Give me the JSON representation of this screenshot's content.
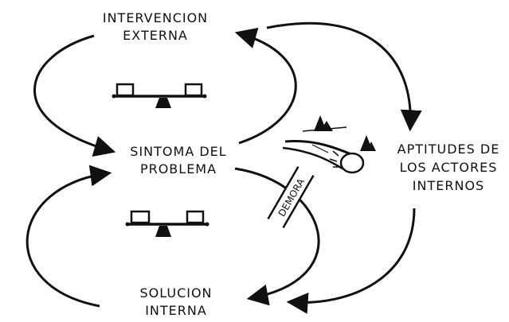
{
  "labels": {
    "intervencion": [
      "INTERVENCION",
      "EXTERNA"
    ],
    "sintoma": [
      "SINTOMA DEL",
      "PROBLEMA"
    ],
    "solucion": [
      "SOLUCION",
      "INTERNA"
    ],
    "aptitudes": [
      "APTITUDES DE",
      "LOS ACTORES",
      "INTERNOS"
    ],
    "delay": "DEMORA"
  },
  "colors": {
    "ink": "#111111",
    "paper": "#ffffff"
  }
}
